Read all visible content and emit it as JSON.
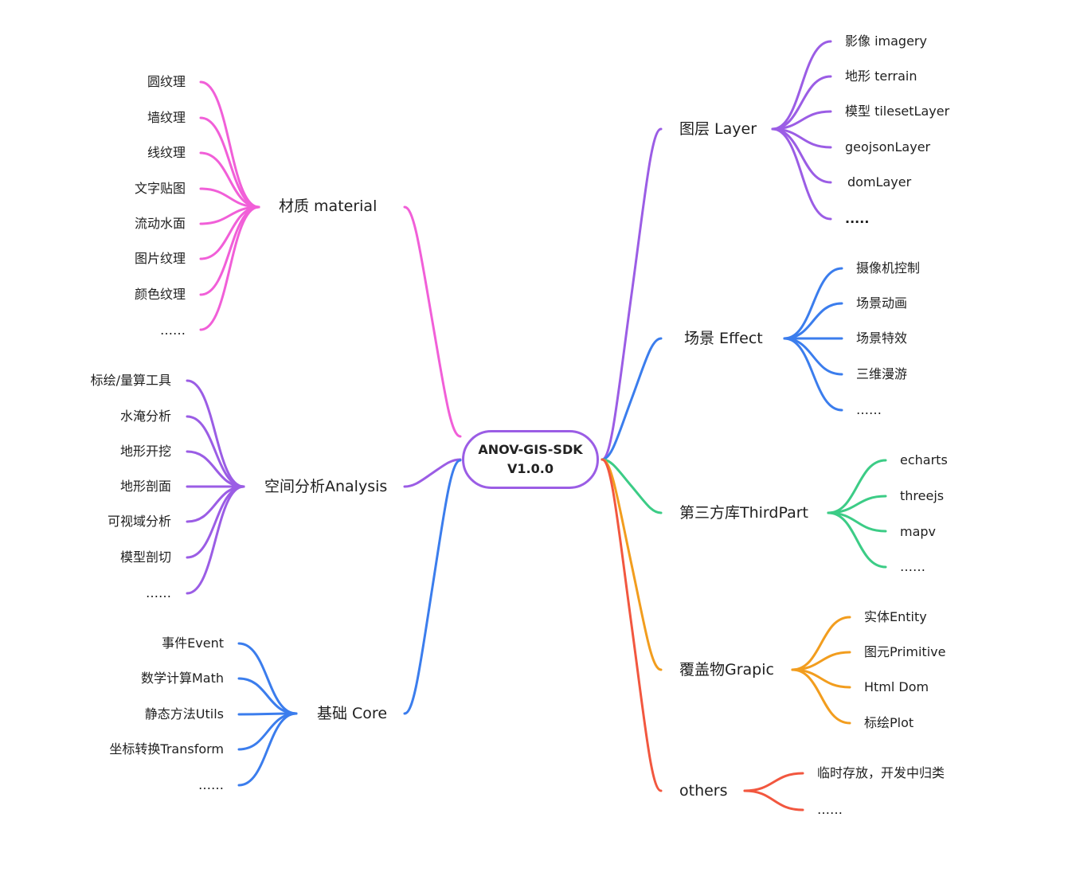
{
  "root": {
    "line1": "ANOV-GIS-SDK",
    "line2": "V1.0.0",
    "color": "#9b5de5"
  },
  "branches": [
    {
      "key": "material",
      "label": "材质 material",
      "color": "#f15fd8",
      "children": [
        "圆纹理",
        "墙纹理",
        "线纹理",
        "文字贴图",
        "流动水面",
        "图片纹理",
        "颜色纹理",
        "……"
      ]
    },
    {
      "key": "analysis",
      "label": "空间分析Analysis",
      "color": "#9b5de5",
      "children": [
        "标绘/量算工具",
        "水淹分析",
        "地形开挖",
        "地形剖面",
        "可视域分析",
        "模型剖切",
        "……"
      ]
    },
    {
      "key": "core",
      "label": "基础 Core",
      "color": "#3b7ded",
      "children": [
        "事件Event",
        "数学计算Math",
        "静态方法Utils",
        "坐标转换Transform",
        "……"
      ]
    },
    {
      "key": "layer",
      "label": "图层 Layer",
      "color": "#9b5de5",
      "children": [
        "影像 imagery",
        "地形 terrain",
        "模型 tilesetLayer",
        "geojsonLayer",
        "domLayer",
        "....."
      ]
    },
    {
      "key": "effect",
      "label": "场景 Effect",
      "color": "#3b7ded",
      "children": [
        "摄像机控制",
        "场景动画",
        "场景特效",
        "三维漫游",
        "……"
      ]
    },
    {
      "key": "thirdpart",
      "label": "第三方库ThirdPart",
      "color": "#3ccc86",
      "children": [
        "echarts",
        "threejs",
        "mapv",
        "……"
      ]
    },
    {
      "key": "graphic",
      "label": "覆盖物Grapic",
      "color": "#f29d1e",
      "children": [
        "实体Entity",
        "图元Primitive",
        "Html Dom",
        "标绘Plot"
      ]
    },
    {
      "key": "others",
      "label": "others",
      "color": "#f2573f",
      "children": [
        "临时存放，开发中归类",
        "……"
      ]
    }
  ]
}
